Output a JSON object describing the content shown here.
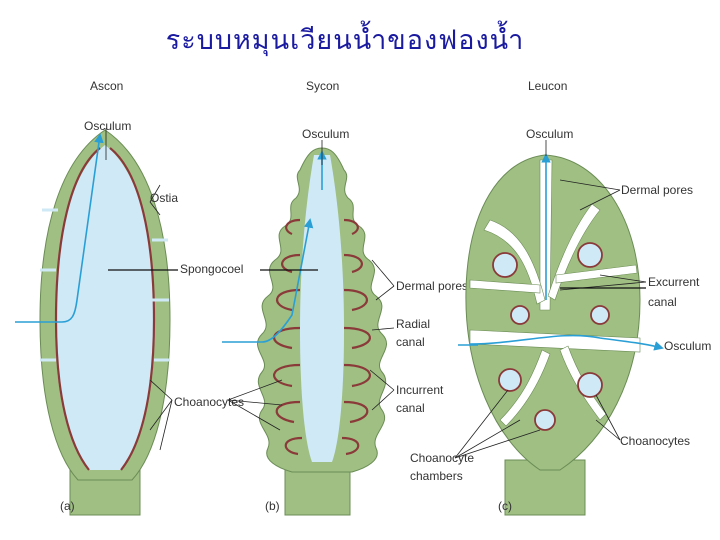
{
  "title": "ระบบหมุนเวียนน้ำของฟองน้ำ",
  "panels": [
    {
      "id": "a",
      "name": "Ascon",
      "letter": "(a)"
    },
    {
      "id": "b",
      "name": "Sycon",
      "letter": "(b)"
    },
    {
      "id": "c",
      "name": "Leucon",
      "letter": "(c)"
    }
  ],
  "labels": {
    "osculum_a": "Osculum",
    "ostia": "Ostia",
    "spongocoel": "Spongocoel",
    "choanocytes_a": "Choanocytes",
    "osculum_b": "Osculum",
    "dermal_pores_b": "Dermal pores",
    "radial_canal_1": "Radial",
    "radial_canal_2": "canal",
    "incurrent_canal_1": "Incurrent",
    "incurrent_canal_2": "canal",
    "osculum_c_top": "Osculum",
    "dermal_pores_c": "Dermal pores",
    "excurrent_canal_1": "Excurrent",
    "excurrent_canal_2": "canal",
    "osculum_c_right": "Osculum",
    "choanocytes_c": "Choanocytes",
    "choanocyte_chambers_1": "Choanocyte",
    "choanocyte_chambers_2": "chambers"
  },
  "colors": {
    "wall": "#9fbf83",
    "cavity": "#cfe9f6",
    "choanocyte_layer": "#8b3a3a",
    "water_flow": "#2a9fd6",
    "title": "#1a1aa0"
  }
}
